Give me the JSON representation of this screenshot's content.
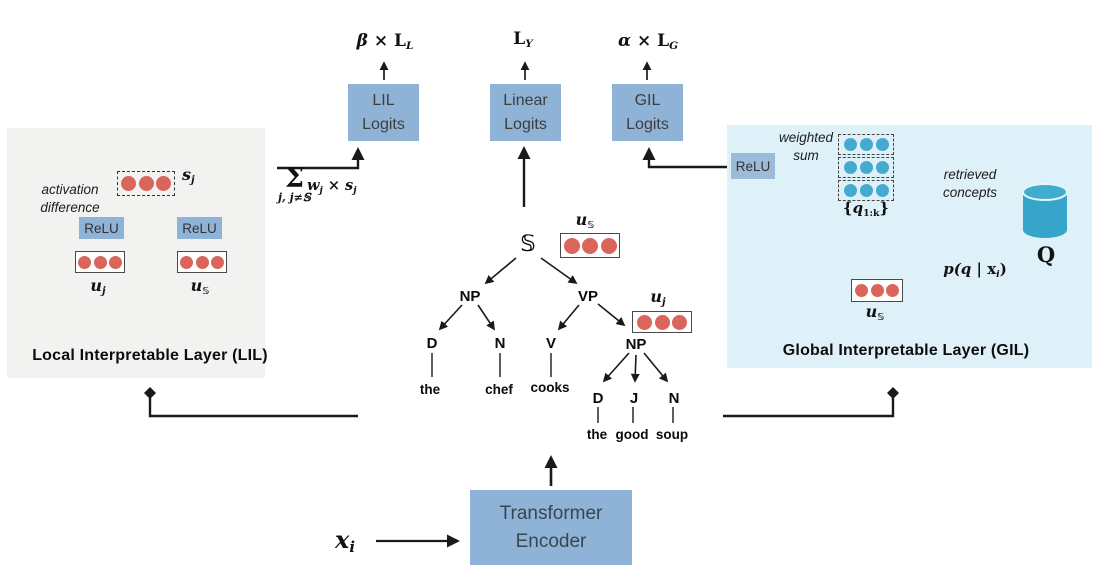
{
  "colors": {
    "box_blue": "#8fb3d6",
    "panel_gray": "#f2f2f1",
    "panel_blue": "#def0f8",
    "dot_red": "#d9655b",
    "dot_blue": "#44aacf",
    "cylinder_blue": "#37a5c9",
    "line_black": "#1a1a1a"
  },
  "losses": {
    "lil": {
      "coef": "β ×",
      "base": "L",
      "sub": "L"
    },
    "main": {
      "coef": "",
      "base": "L",
      "sub": "Y"
    },
    "gil": {
      "coef": "α ×",
      "base": "L",
      "sub": "G"
    }
  },
  "logits": {
    "lil": "LIL\nLogits",
    "linear": "Linear\nLogits",
    "gil": "GIL\nLogits"
  },
  "sum": {
    "sigma": "Σ",
    "subscript": "j, j≠𝕊",
    "w": "w",
    "wsub": "j",
    "times": "×",
    "s": "s",
    "ssub": "j"
  },
  "lil": {
    "title": "Local Interpretable Layer (LIL)",
    "note": "activation\ndifference",
    "relu_left": "ReLU",
    "relu_right": "ReLU",
    "s_label": {
      "base": "s",
      "sub": "j"
    },
    "u_left": {
      "base": "u",
      "sub": "j"
    },
    "u_right": {
      "base": "u",
      "sub": "𝕊"
    }
  },
  "gil": {
    "title": "Global Interpretable Layer (GIL)",
    "relu": "ReLU",
    "weighted_note": "weighted\nsum",
    "q_label": {
      "open": "{",
      "base": "q",
      "sub": "1:k",
      "close": "}"
    },
    "retrieved_note": "retrieved\nconcepts",
    "p_label": {
      "pre": "p(q | ",
      "x": "x",
      "sub": "i",
      "close": ")"
    },
    "db_label": "Q",
    "u_label": {
      "base": "u",
      "sub": "𝕊"
    }
  },
  "tree": {
    "root": "𝕊",
    "u_root": {
      "base": "u",
      "sub": "𝕊"
    },
    "u_j": {
      "base": "u",
      "sub": "j"
    },
    "np1": "NP",
    "vp": "VP",
    "d1": "D",
    "n1": "N",
    "v": "V",
    "np2": "NP",
    "d2": "D",
    "j2": "J",
    "n2": "N",
    "w_the1": "the",
    "w_chef": "chef",
    "w_cooks": "cooks",
    "w_the2": "the",
    "w_good": "good",
    "w_soup": "soup"
  },
  "bottom": {
    "x_input": {
      "base": "x",
      "sub": "i"
    },
    "encoder": "Transformer\nEncoder"
  }
}
